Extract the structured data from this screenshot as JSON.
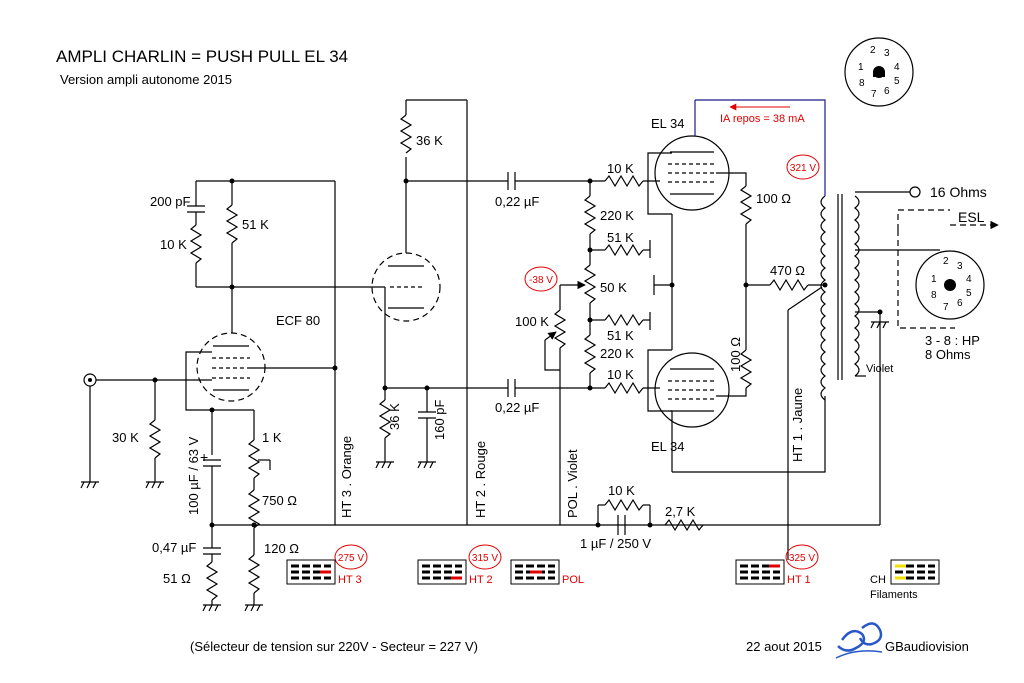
{
  "header": {
    "title": "AMPLI  CHARLIN = PUSH PULL EL 34",
    "subtitle": "Version ampli autonome 2015"
  },
  "footer": {
    "note": "(Sélecteur de tension sur 220V - Secteur = 227 V)",
    "date": "22 aout 2015",
    "brand": "GBaudiovision",
    "logo": "gb"
  },
  "tubes": {
    "ecf80": "ECF 80",
    "el34_top": "EL 34",
    "el34_bottom": "EL 34",
    "current": "IA repos = 38 mA"
  },
  "components": {
    "c200p": "200 pF",
    "r10k_a": "10 K",
    "r51k_a": "51 K",
    "r36k_top": "36 K",
    "r36k_bot": "36 K",
    "c160p": "160 pF",
    "c022_top": "0,22 µF",
    "c022_bot": "0,22 µF",
    "r10k_g1": "10 K",
    "r10k_g2": "10 K",
    "r220k_a": "220 K",
    "r220k_b": "220 K",
    "r51k_b": "51 K",
    "r51k_c": "51 K",
    "pot50k": "50 K",
    "pot100k": "100 K",
    "r100_a": "100 Ω",
    "r100_b": "100 Ω",
    "r470": "470 Ω",
    "r30k": "30 K",
    "pot1k": "1 K",
    "r750": "750 Ω",
    "c100u": "100 µF / 63 V",
    "c047": "0,47 µF",
    "r51ohm": "51 Ω",
    "r120": "120 Ω",
    "r10k_ht": "10 K",
    "r27k": "2,7 K",
    "c1u": "1 µF / 250 V"
  },
  "measurements": {
    "v321": "321 V",
    "v38": "-38 V",
    "v275": "275 V",
    "v315": "315 V",
    "v325": "325 V"
  },
  "wires": {
    "ht3": "HT 3 . Orange",
    "ht2": "HT 2 . Rouge",
    "pol": "POL . Violet",
    "ht1": "HT 1 . Jaune",
    "violet": "Violet"
  },
  "outputs": {
    "o16": "16 Ohms",
    "esl": "ESL",
    "hp": "3 - 8 : HP",
    "hp8": "8 Ohms"
  },
  "connectors": {
    "ht3": "HT 3",
    "ht2": "HT 2",
    "pol": "POL",
    "ht1": "HT 1",
    "ch": "CH",
    "filaments": "Filaments"
  },
  "socket_top": {
    "pins": [
      "1",
      "2",
      "3",
      "4",
      "5",
      "6",
      "7",
      "8"
    ]
  },
  "socket_right": {
    "pins": [
      "1",
      "2",
      "3",
      "4",
      "5",
      "6",
      "7",
      "8"
    ]
  },
  "colors": {
    "ink": "#000000",
    "measure": "#e00000",
    "filament_highlight": "#f0e000",
    "anode_line": "#1a1a8c"
  }
}
